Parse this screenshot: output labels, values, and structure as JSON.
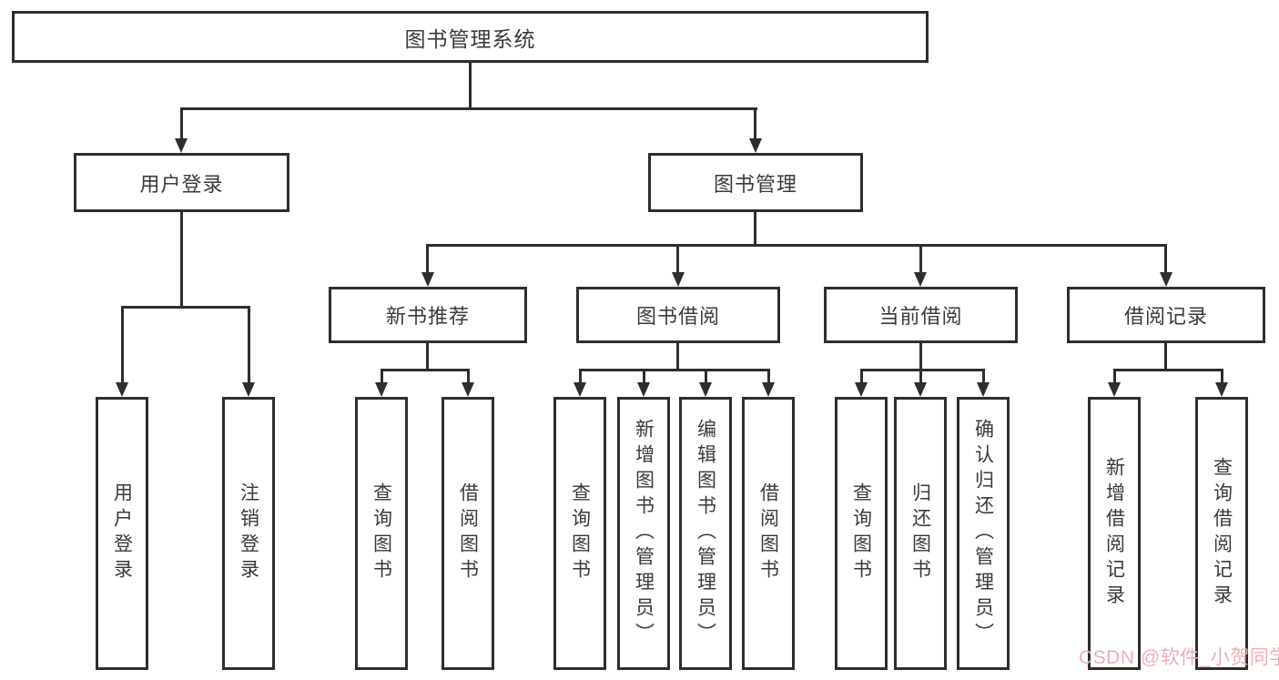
{
  "watermark": "CSDN @软件_小贺同学",
  "colors": {
    "line": "#2e2e2e",
    "text": "#3a3a3a",
    "watermark_pink": "#efaeb6",
    "background": "#ffffff"
  },
  "tree": {
    "root": "图书管理系统",
    "branches": [
      {
        "label": "用户登录",
        "leaves": [
          "用户登录",
          "注销登录"
        ]
      },
      {
        "label": "图书管理",
        "groups": [
          {
            "label": "新书推荐",
            "leaves": [
              "查询图书",
              "借阅图书"
            ]
          },
          {
            "label": "图书借阅",
            "leaves": [
              "查询图书",
              "新增图书（管理员）",
              "编辑图书（管理员）",
              "借阅图书"
            ]
          },
          {
            "label": "当前借阅",
            "leaves": [
              "查询图书",
              "归还图书",
              "确认归还（管理员）"
            ]
          },
          {
            "label": "借阅记录",
            "leaves": [
              "新增借阅记录",
              "查询借阅记录"
            ]
          }
        ]
      }
    ]
  }
}
